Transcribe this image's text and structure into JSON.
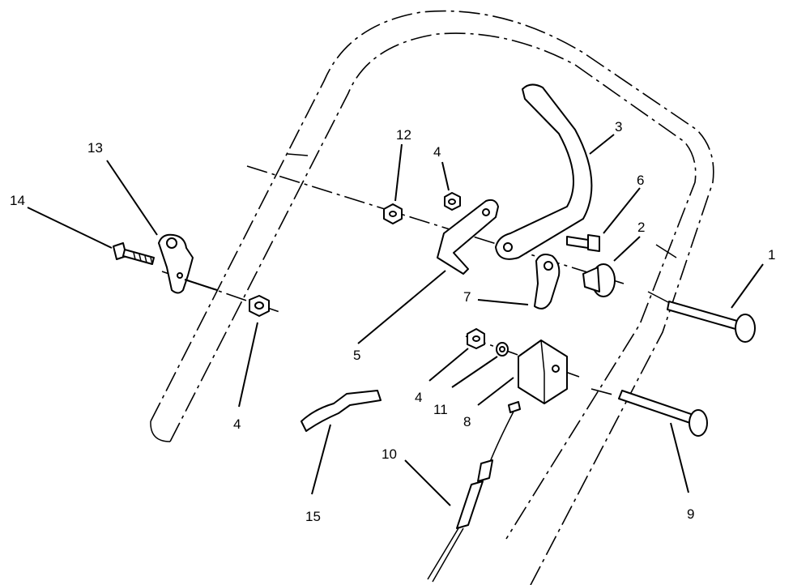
{
  "diagram": {
    "callouts": [
      {
        "id": "p1",
        "label": "1"
      },
      {
        "id": "p2",
        "label": "2"
      },
      {
        "id": "p3",
        "label": "3"
      },
      {
        "id": "p4a",
        "label": "4"
      },
      {
        "id": "p4b",
        "label": "4"
      },
      {
        "id": "p4c",
        "label": "4"
      },
      {
        "id": "p5",
        "label": "5"
      },
      {
        "id": "p6",
        "label": "6"
      },
      {
        "id": "p7",
        "label": "7"
      },
      {
        "id": "p8",
        "label": "8"
      },
      {
        "id": "p9",
        "label": "9"
      },
      {
        "id": "p10",
        "label": "10"
      },
      {
        "id": "p11",
        "label": "11"
      },
      {
        "id": "p12",
        "label": "12"
      },
      {
        "id": "p13",
        "label": "13"
      },
      {
        "id": "p14",
        "label": "14"
      },
      {
        "id": "p15",
        "label": "15"
      }
    ],
    "colors": {
      "ink": "#000000",
      "paper": "#ffffff"
    }
  }
}
